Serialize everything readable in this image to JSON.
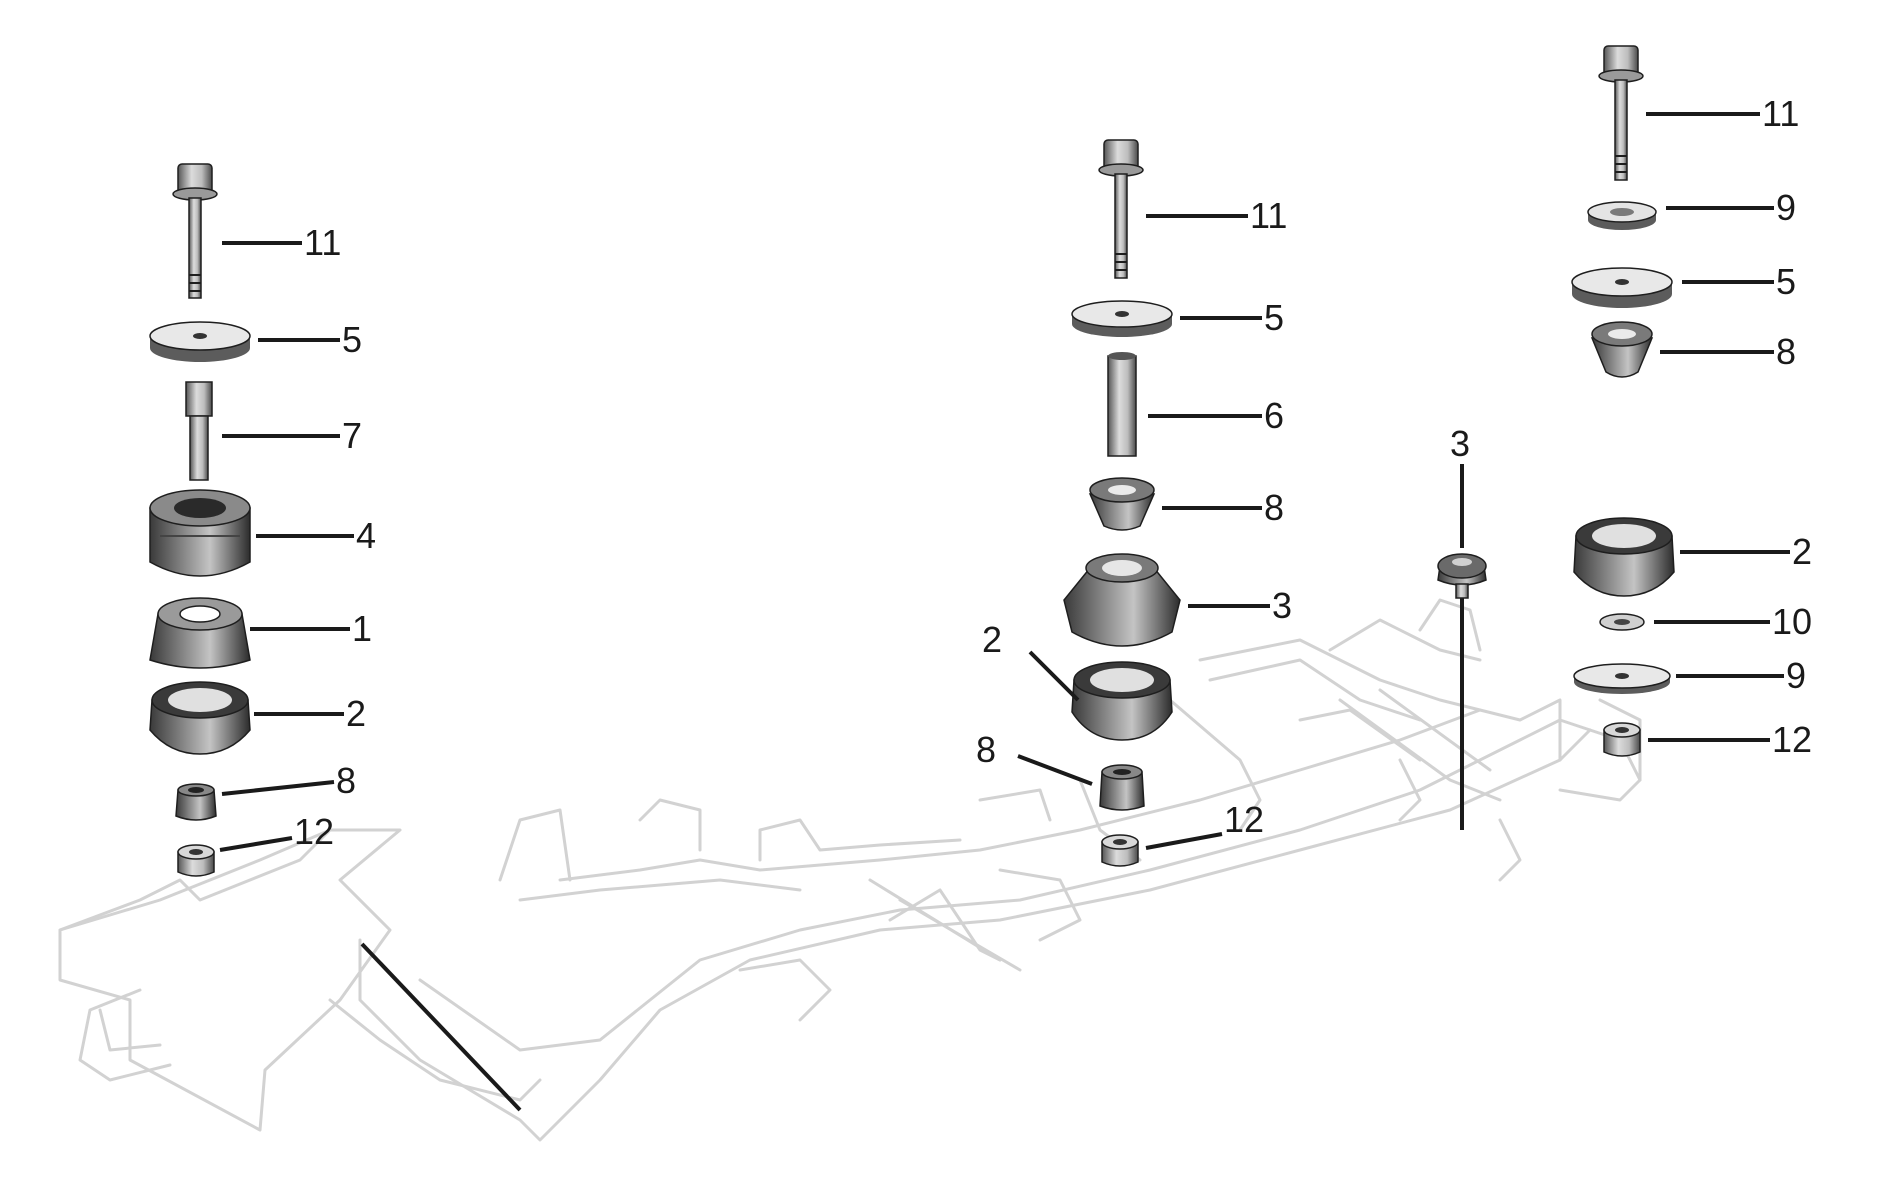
{
  "callouts": {
    "left": [
      "11",
      "5",
      "7",
      "4",
      "1",
      "2",
      "8",
      "12"
    ],
    "center": [
      "11",
      "5",
      "6",
      "8",
      "3",
      "2",
      "8",
      "12"
    ],
    "center_post": "3",
    "right": [
      "11",
      "9",
      "5",
      "8",
      "2",
      "10",
      "9",
      "12"
    ]
  },
  "colors": {
    "ink": "#1a1a1a",
    "frame_outline": "#d2d2d2",
    "rubber_dark": "#2a2a2a",
    "rubber_mid": "#6d6d6d",
    "metal_light": "#c9c9c9"
  }
}
